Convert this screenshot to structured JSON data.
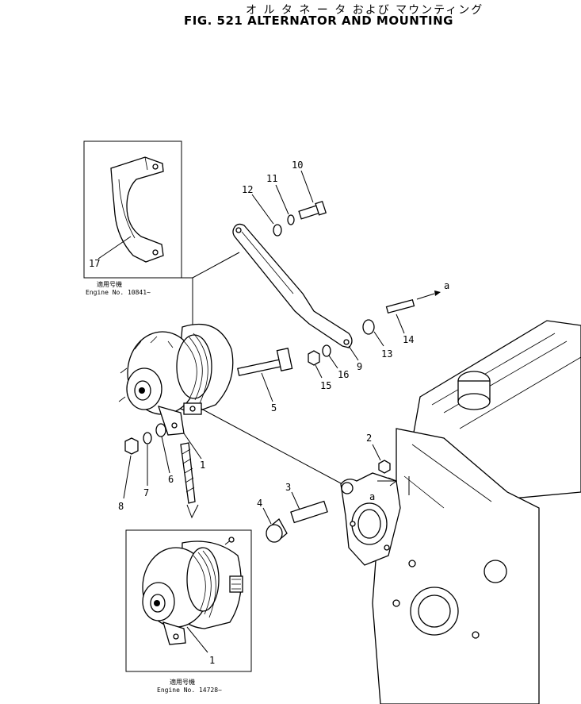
{
  "title": {
    "japanese": "オ ル タ ネ ー タ および マウンティング",
    "english": "FIG. 521  ALTERNATOR AND MOUNTING"
  },
  "insets": {
    "top": {
      "applicability": "適用号機",
      "engine": "Engine  No. 10841~"
    },
    "bottom": {
      "applicability": "適用号機",
      "engine": "Engine  No. 14728~"
    }
  },
  "callouts": {
    "p1": "1",
    "p1b": "1",
    "p2": "2",
    "p3": "3",
    "p4": "4",
    "p5": "5",
    "p6": "6",
    "p7": "7",
    "p8": "8",
    "p9": "9",
    "p10": "10",
    "p11": "11",
    "p12": "12",
    "p13": "13",
    "p14": "14",
    "p15": "15",
    "p16": "16",
    "p17": "17",
    "a1": "a",
    "a2": "a"
  }
}
